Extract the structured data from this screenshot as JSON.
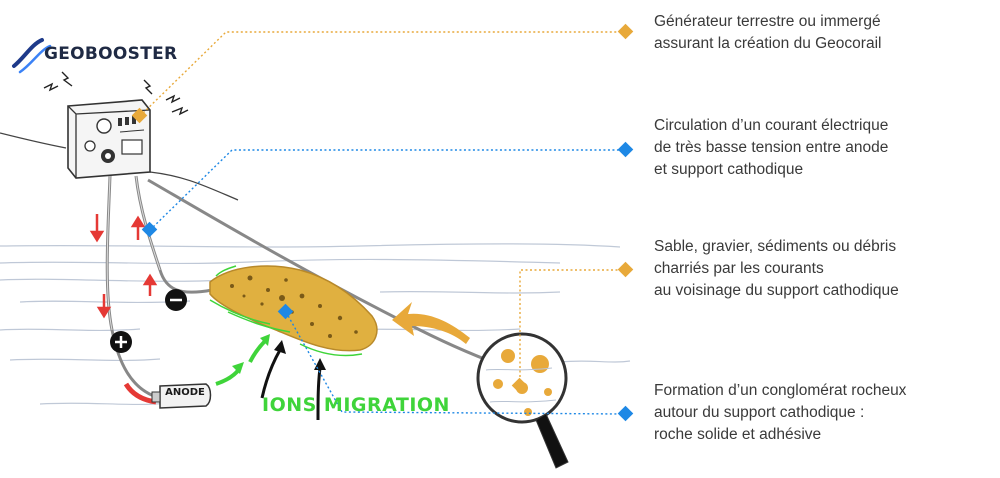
{
  "logo": {
    "text": "GEOBOOSTER"
  },
  "illustration": {
    "anode_label": "ANODE",
    "ions_label": "IONS MIGRATION"
  },
  "callouts": [
    {
      "lines": [
        "Générateur terrestre ou immergé",
        "assurant la création du Geocorail"
      ],
      "marker_color": "#e8a93a"
    },
    {
      "lines": [
        "Circulation d’un courant électrique",
        "de très basse tension entre anode",
        "et support cathodique"
      ],
      "marker_color": "#1e88e5"
    },
    {
      "lines": [
        "Sable, gravier, sédiments ou débris",
        "charriés par les courants",
        "au voisinage du support cathodique"
      ],
      "marker_color": "#e8a93a"
    },
    {
      "lines": [
        "Formation d’un conglomérat rocheux",
        "autour du support cathodique :",
        "roche solide et adhésive"
      ],
      "marker_color": "#1e88e5"
    }
  ],
  "colors": {
    "orange_accent": "#e8a93a",
    "blue_accent": "#1e88e5",
    "ions_green": "#3fd43a",
    "wire_red": "#e53935"
  }
}
